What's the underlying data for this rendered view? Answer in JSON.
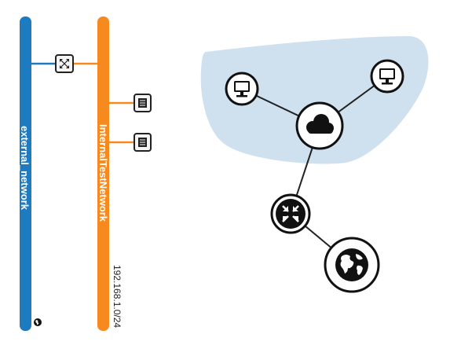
{
  "topology": {
    "networks": [
      {
        "id": "external",
        "label": "external_network",
        "color": "#1f7bc0",
        "status_icon": "globe-icon"
      },
      {
        "id": "internal",
        "label": "InternalTestNetwork",
        "color": "#f68a1e",
        "cidr": "192.168.1.0/24"
      }
    ],
    "devices": [
      {
        "id": "router",
        "icon": "router-icon"
      },
      {
        "id": "instance-1",
        "icon": "server-icon"
      },
      {
        "id": "instance-2",
        "icon": "server-icon"
      }
    ],
    "graph": {
      "cloud_fill": "#cfe0ee",
      "nodes": [
        {
          "id": "monitor-left",
          "icon": "monitor-icon"
        },
        {
          "id": "monitor-right",
          "icon": "monitor-icon"
        },
        {
          "id": "cloud",
          "icon": "cloud-icon"
        },
        {
          "id": "router",
          "icon": "router-icon"
        },
        {
          "id": "globe",
          "icon": "globe-icon"
        }
      ]
    }
  }
}
